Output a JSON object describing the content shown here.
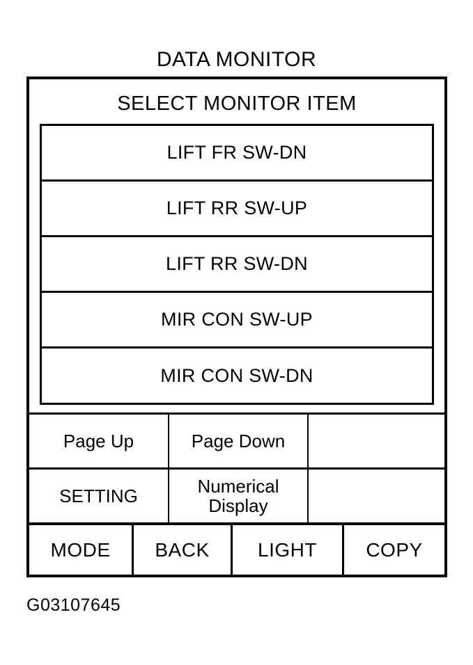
{
  "figure": {
    "title": "DATA MONITOR",
    "caption": "G03107645"
  },
  "screen": {
    "header": "SELECT MONITOR ITEM",
    "monitor_items": [
      {
        "label": "LIFT FR SW-DN"
      },
      {
        "label": "LIFT RR SW-UP"
      },
      {
        "label": "LIFT RR SW-DN"
      },
      {
        "label": "MIR CON SW-UP"
      },
      {
        "label": "MIR CON SW-DN"
      }
    ]
  },
  "softkeys": {
    "row1": [
      {
        "label": "Page Up"
      },
      {
        "label": "Page Down"
      },
      {
        "label": ""
      }
    ],
    "row2": [
      {
        "label": "SETTING"
      },
      {
        "line1": "Numerical",
        "line2": "Display"
      },
      {
        "label": ""
      }
    ]
  },
  "hardkeys": [
    {
      "label": "MODE"
    },
    {
      "label": "BACK"
    },
    {
      "label": "LIGHT"
    },
    {
      "label": "COPY"
    }
  ],
  "colors": {
    "ink": "#000000",
    "paper": "#ffffff"
  }
}
